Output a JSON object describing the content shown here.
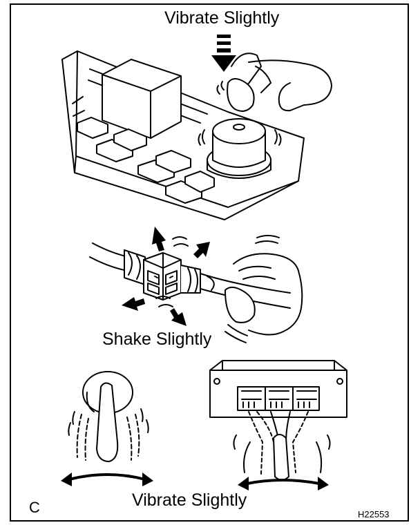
{
  "labels": {
    "top": "Vibrate Slightly",
    "middle": "Shake Slightly",
    "bottom": "Vibrate Slightly",
    "corner": "C",
    "code": "H22553"
  },
  "colors": {
    "ink": "#000000",
    "paper": "#ffffff"
  },
  "icons": [
    "down-arrow-icon",
    "direction-arrow-icon",
    "double-headed-arc-arrow-icon"
  ]
}
